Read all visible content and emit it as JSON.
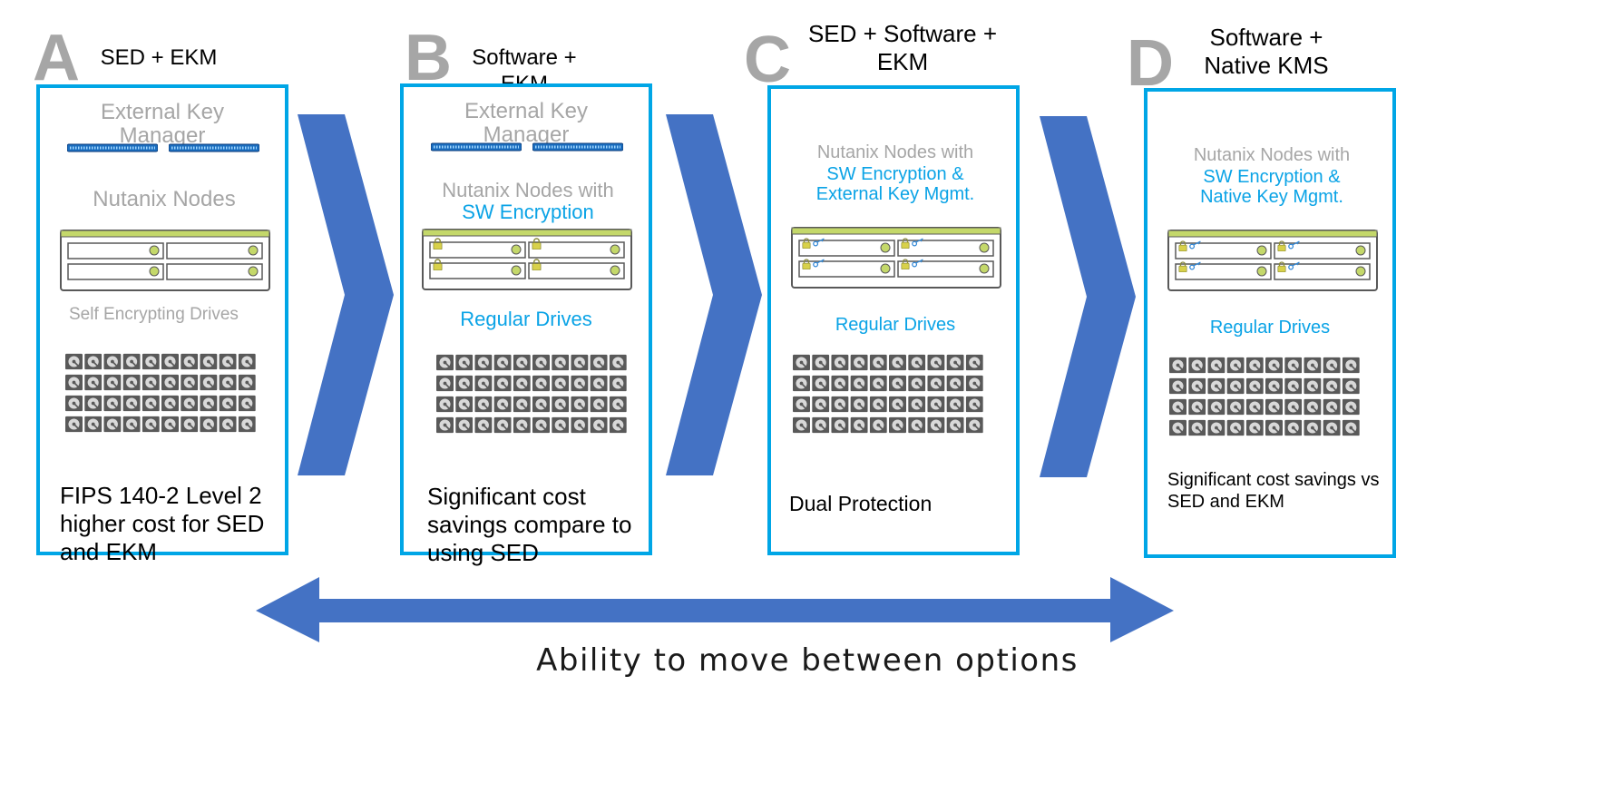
{
  "footer_caption": "Ability to move between options",
  "colors": {
    "panel_border": "#00a6e6",
    "arrow_blue": "#4472c4",
    "label_gray": "#a6a6a6",
    "label_blue": "#0aa3e6",
    "server_lime": "#c4d86a",
    "drive_gray": "#595959"
  },
  "icons": {
    "key_manager": "key-manager-appliance-icon",
    "server": "server-chassis-icon",
    "drive": "hard-drive-icon",
    "lock": "padlock-icon",
    "key": "key-icon"
  },
  "options": [
    {
      "letter": "A",
      "title": "SED + EKM",
      "ekm_label": "External Key Manager",
      "nodes_label": "Nutanix Nodes",
      "drives_label": "Self Encrypting Drives",
      "bottom_text": "FIPS 140-2 Level 2 higher cost for SED and EKM"
    },
    {
      "letter": "B",
      "title": "Software + EKM",
      "ekm_label": "External Key Manager",
      "nodes_label": "Nutanix Nodes with",
      "nodes_label_highlight": "SW Encryption",
      "drives_label": "Regular Drives",
      "bottom_text": "Significant cost savings compare to using SED"
    },
    {
      "letter": "C",
      "title": "SED + Software + EKM",
      "nodes_label": "Nutanix Nodes with",
      "nodes_label_highlight": "SW Encryption & External Key Mgmt.",
      "drives_label": "Regular Drives",
      "bottom_text": "Dual Protection"
    },
    {
      "letter": "D",
      "title": "Software + Native KMS",
      "nodes_label": "Nutanix Nodes with",
      "nodes_label_highlight": "SW Encryption & Native Key Mgmt.",
      "drives_label": "Regular Drives",
      "bottom_text": "Significant cost savings vs SED and EKM"
    }
  ]
}
